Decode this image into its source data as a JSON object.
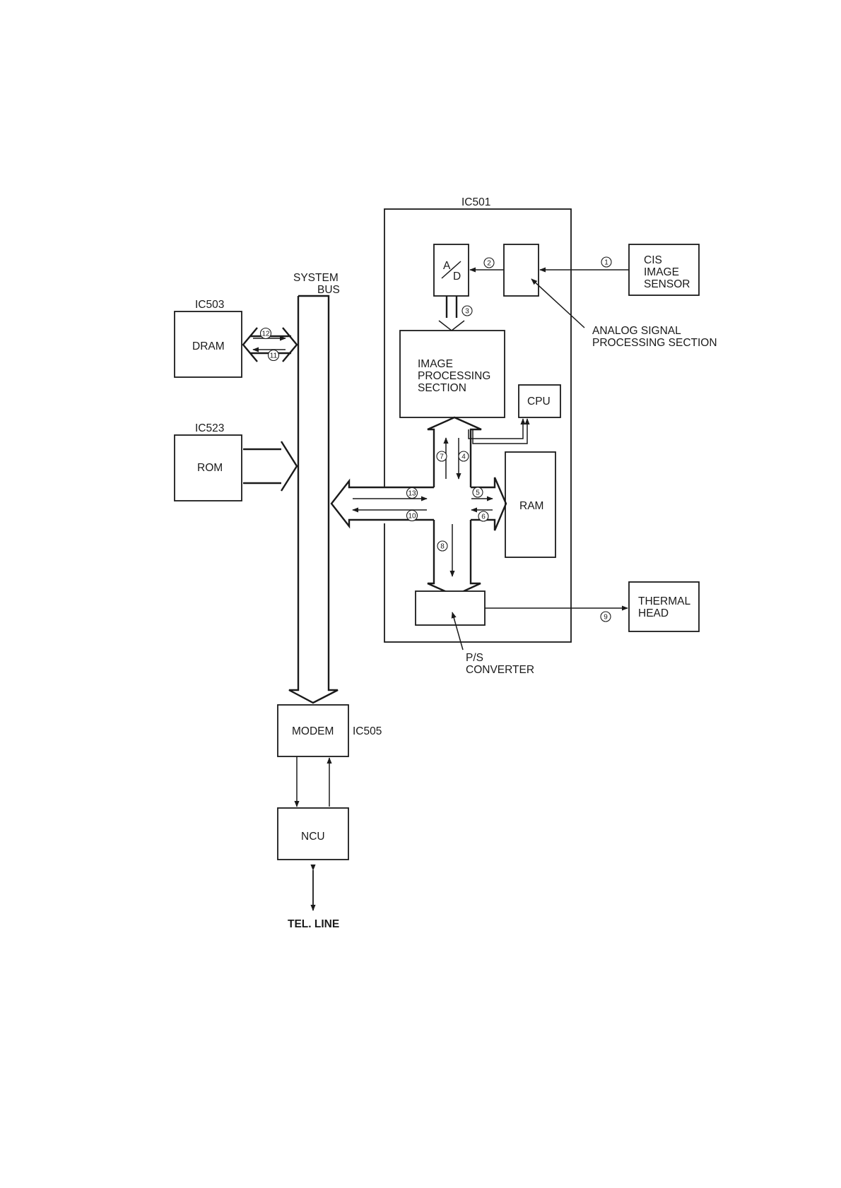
{
  "blocks": {
    "ic501_label": "IC501",
    "ad_top": "A",
    "ad_bottom": "D",
    "image_processing": [
      "IMAGE",
      "PROCESSING",
      "SECTION"
    ],
    "cpu": "CPU",
    "ram": "RAM",
    "cis_sensor": [
      "CIS",
      "IMAGE",
      "SENSOR"
    ],
    "analog_section": [
      "ANALOG SIGNAL",
      "PROCESSING SECTION"
    ],
    "thermal_head": [
      "THERMAL",
      "HEAD"
    ],
    "ps_converter": [
      "P/S",
      "CONVERTER"
    ],
    "system_bus": [
      "SYSTEM",
      "BUS"
    ],
    "ic503_label": "IC503",
    "dram": "DRAM",
    "ic523_label": "IC523",
    "rom": "ROM",
    "modem": "MODEM",
    "ic505_label": "IC505",
    "ncu": "NCU",
    "tel_line": "TEL. LINE"
  },
  "signal_numbers": {
    "s1": "1",
    "s2": "2",
    "s3": "3",
    "s4": "4",
    "s5": "5",
    "s6": "6",
    "s7": "7",
    "s8": "8",
    "s9": "9",
    "s10": "10",
    "s11": "11",
    "s12": "12",
    "s13": "13"
  }
}
